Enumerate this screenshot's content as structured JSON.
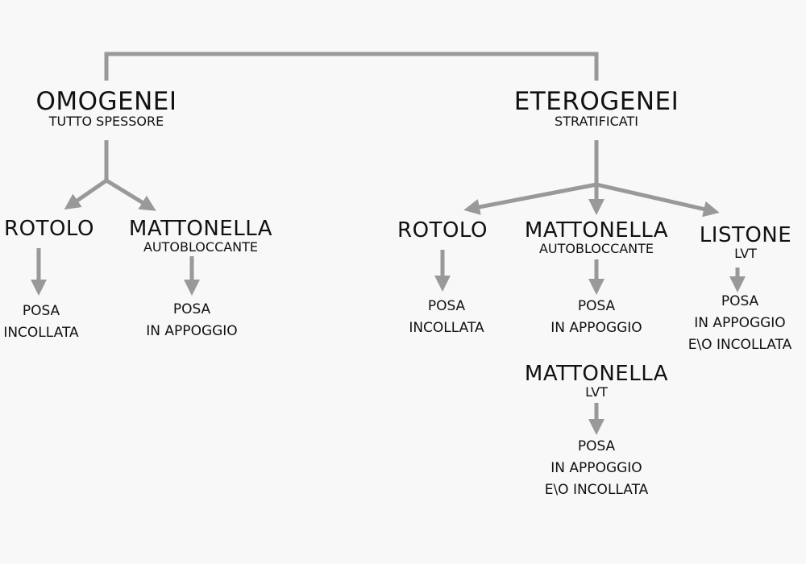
{
  "colors": {
    "connector": "#999999",
    "text": "#111111",
    "background": "#f8f8f8"
  },
  "tree": {
    "omogenei": {
      "title": "OMOGENEI",
      "subtitle": "TUTTO SPESSORE",
      "rotolo": {
        "title": "ROTOLO",
        "laying": [
          "POSA",
          "INCOLLATA"
        ]
      },
      "mattonella": {
        "title": "MATTONELLA",
        "subtitle": "AUTOBLOCCANTE",
        "laying": [
          "POSA",
          "IN APPOGGIO"
        ]
      }
    },
    "eterogenei": {
      "title": "ETEROGENEI",
      "subtitle": "STRATIFICATI",
      "rotolo": {
        "title": "ROTOLO",
        "laying": [
          "POSA",
          "INCOLLATA"
        ]
      },
      "mattonella": {
        "title": "MATTONELLA",
        "subtitle": "AUTOBLOCCANTE",
        "laying": [
          "POSA",
          "IN APPOGGIO"
        ]
      },
      "listone": {
        "title": "LISTONE",
        "subtitle": "LVT",
        "laying": [
          "POSA",
          "IN APPOGGIO",
          "E\\O INCOLLATA"
        ]
      },
      "mattonella_lvt": {
        "title": "MATTONELLA",
        "subtitle": "LVT",
        "laying": [
          "POSA",
          "IN APPOGGIO",
          "E\\O INCOLLATA"
        ]
      }
    }
  }
}
